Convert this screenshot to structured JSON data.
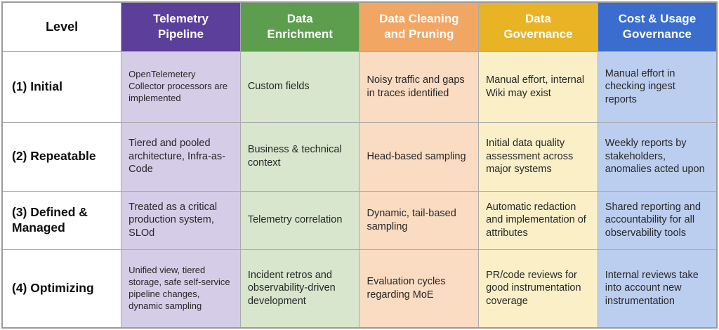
{
  "chart_data": {
    "type": "table",
    "title": "Observability maturity model matrix",
    "header": {
      "level": "Level",
      "columns": [
        {
          "label": "Telemetry\nPipeline",
          "header_bg": "#5C3F9B",
          "cell_bg": "#D5CDE8"
        },
        {
          "label": "Data\nEnrichment",
          "header_bg": "#5C9E4E",
          "cell_bg": "#D7E6CC"
        },
        {
          "label": "Data Cleaning\nand Pruning",
          "header_bg": "#F2A664",
          "cell_bg": "#FADCC2"
        },
        {
          "label": "Data\nGovernance",
          "header_bg": "#E9B326",
          "cell_bg": "#FBEFC8"
        },
        {
          "label": "Cost & Usage\nGovernance",
          "header_bg": "#3A6DCD",
          "cell_bg": "#BCCEEF"
        }
      ]
    },
    "rows": [
      {
        "level": "(1) Initial",
        "cells": [
          "OpenTelemetery Collector processors are implemented",
          "Custom fields",
          "Noisy traffic and gaps in traces identified",
          "Manual effort, internal Wiki may exist",
          "Manual effort in checking ingest reports"
        ]
      },
      {
        "level": "(2) Repeatable",
        "cells": [
          "Tiered and pooled architecture, Infra-as-Code",
          "Business & technical context",
          "Head-based sampling",
          "Initial data quality assessment across major systems",
          "Weekly reports by stakeholders, anomalies acted upon"
        ]
      },
      {
        "level": "(3) Defined & Managed",
        "cells": [
          "Treated as a critical production system, SLOd",
          "Telemetry correlation",
          "Dynamic, tail-based sampling",
          "Automatic redaction and implementation of attributes",
          "Shared reporting and accountability for all observability tools"
        ]
      },
      {
        "level": "(4) Optimizing",
        "cells": [
          "Unified view, tiered storage, safe self-service pipeline changes, dynamic sampling",
          "Incident retros and observability-driven development",
          "Evaluation cycles regarding MoE",
          "PR/code reviews for good instrumentation coverage",
          "Internal reviews take into account new instrumentation"
        ]
      }
    ],
    "layout": {
      "columns_equal_width": true,
      "grid": "on",
      "border_color": "#ABABAB",
      "header_text_color": "#FFFFFF",
      "body_text_color": "#272727"
    }
  }
}
